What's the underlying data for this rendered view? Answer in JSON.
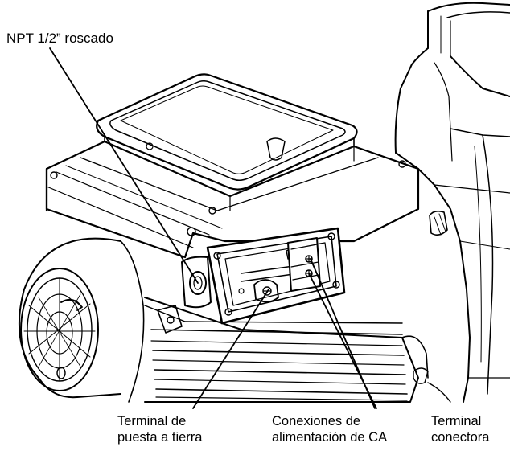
{
  "callouts": {
    "npt": "NPT 1/2” roscado",
    "ground": [
      "Terminal de",
      "puesta a tierra"
    ],
    "ac": [
      "Conexiones de",
      "alimentación de CA"
    ],
    "terminal": [
      "Terminal",
      "conectora"
    ]
  }
}
